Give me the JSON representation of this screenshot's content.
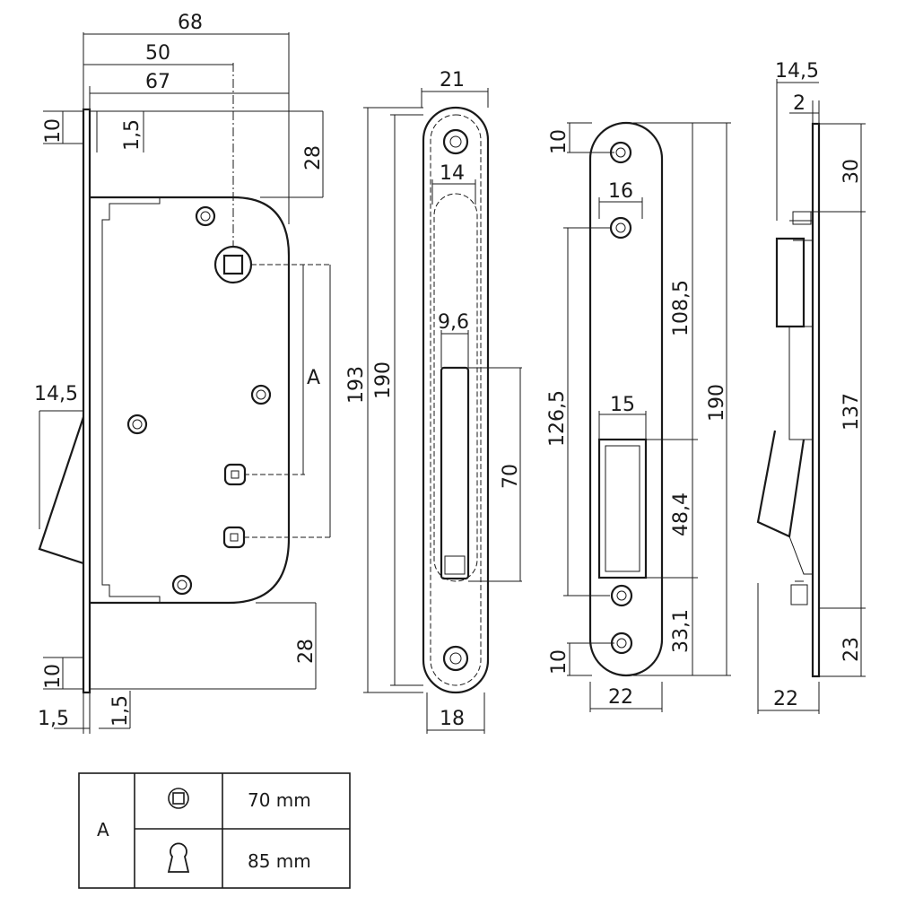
{
  "dims": {
    "w68": "68",
    "w50": "50",
    "w67": "67",
    "t10a": "10",
    "t15a": "1,5",
    "t28a": "28",
    "l145": "14,5",
    "vA": "A",
    "b10": "10",
    "b28": "28",
    "b15a": "1,5",
    "b15b": "1,5",
    "h193": "193",
    "h190a": "190",
    "f21": "21",
    "f14": "14",
    "f96": "9,6",
    "f70": "70",
    "f18": "18",
    "s10a": "10",
    "s16": "16",
    "s1265": "126,5",
    "s1085": "108,5",
    "s190": "190",
    "s15": "15",
    "s484": "48,4",
    "s331": "33,1",
    "s10b": "10",
    "s22": "22",
    "p145": "14,5",
    "p2": "2",
    "p30": "30",
    "p137": "137",
    "p23": "23",
    "p22": "22"
  },
  "table": {
    "label": "A",
    "rows": [
      {
        "icon": "square-spindle-icon",
        "value": "70 mm"
      },
      {
        "icon": "euro-cylinder-icon",
        "value": "85 mm"
      }
    ]
  }
}
